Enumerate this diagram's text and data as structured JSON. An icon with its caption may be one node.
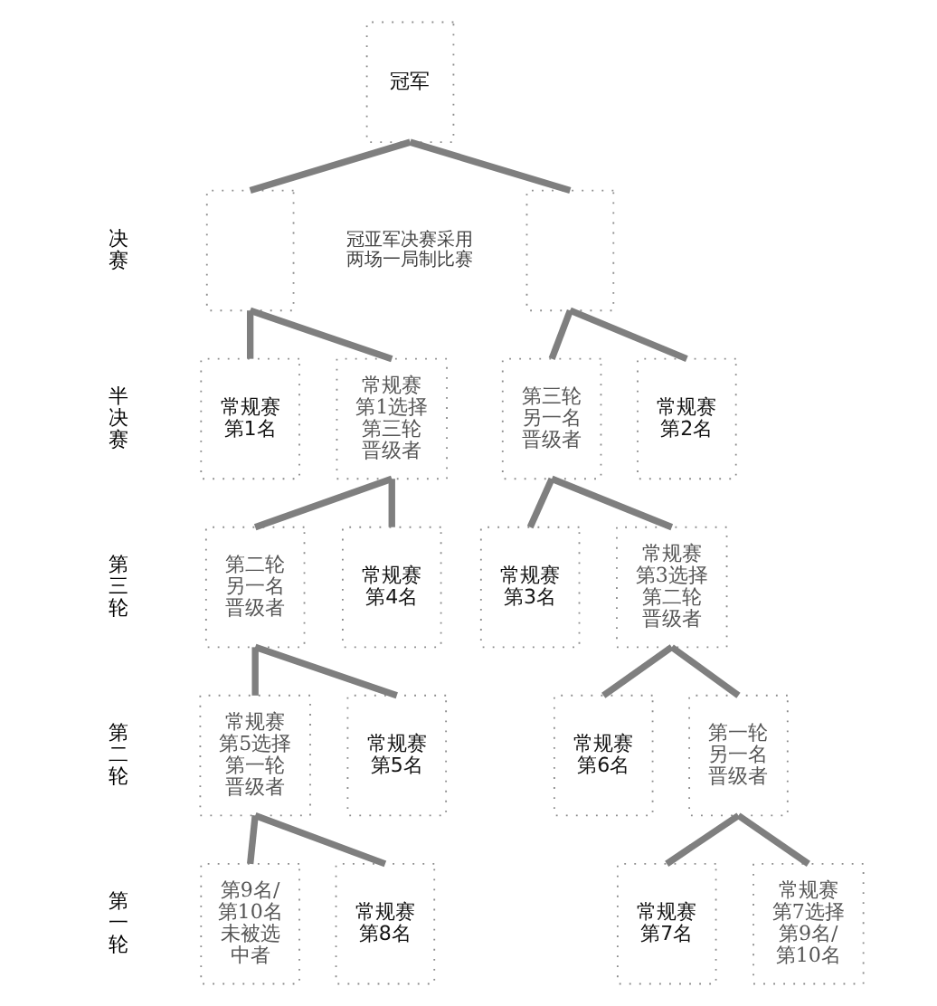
{
  "diagram": {
    "nodes": [
      {
        "text": [
          "冠军"
        ]
      },
      {
        "text": [],
        "shape": "box"
      },
      {
        "text": [],
        "shape": "box"
      },
      {
        "text": [
          "常规赛第1名"
        ]
      },
      {
        "text": [
          "常规赛第1选择第三轮晋级者"
        ]
      },
      {
        "text": [
          "第三轮另一名晋级者"
        ]
      },
      {
        "text": [
          "常规赛第2名"
        ]
      },
      {
        "text": [
          "第二轮另一名晋级者"
        ]
      },
      {
        "text": [
          "常规赛第4名"
        ]
      },
      {
        "text": [
          "常规赛第3名"
        ]
      },
      {
        "text": [
          "常规赛第3选择第二轮晋级者"
        ]
      },
      {
        "text": [
          "常规赛第5选择第一轮晋级者"
        ]
      },
      {
        "text": [
          "常规赛第5名"
        ]
      },
      {
        "text": [
          "常规赛第6名"
        ]
      },
      {
        "text": [
          "第一轮另一名晋级者"
        ]
      },
      {
        "text": [
          "第9名/第10名未被选中者"
        ]
      },
      {
        "text": [
          "常规赛第8名"
        ]
      },
      {
        "text": [
          "常规赛第7名"
        ]
      },
      {
        "text": [
          "常规赛第7选择第9名/第10名"
        ]
      }
    ],
    "edges": [
      {
        "from": 0,
        "to": 1,
        "arrow": "none"
      },
      {
        "from": 0,
        "to": 2,
        "arrow": "none"
      },
      {
        "from": 1,
        "to": 3,
        "arrow": "none"
      },
      {
        "from": 1,
        "to": 4,
        "arrow": "none"
      },
      {
        "from": 2,
        "to": 5,
        "arrow": "none"
      },
      {
        "from": 2,
        "to": 6,
        "arrow": "none"
      },
      {
        "from": 4,
        "to": 7,
        "arrow": "none"
      },
      {
        "from": 4,
        "to": 8,
        "arrow": "none"
      },
      {
        "from": 5,
        "to": 9,
        "arrow": "none"
      },
      {
        "from": 5,
        "to": 10,
        "arrow": "none"
      },
      {
        "from": 7,
        "to": 11,
        "arrow": "none"
      },
      {
        "from": 7,
        "to": 12,
        "arrow": "none"
      },
      {
        "from": 10,
        "to": 13,
        "arrow": "none"
      },
      {
        "from": 10,
        "to": 14,
        "arrow": "none"
      },
      {
        "from": 11,
        "to": 15,
        "arrow": "none"
      },
      {
        "from": 11,
        "to": 16,
        "arrow": "none"
      },
      {
        "from": 14,
        "to": 17,
        "arrow": "none"
      },
      {
        "from": 14,
        "to": 18,
        "arrow": "none"
      }
    ],
    "labels": [
      "决赛",
      "冠亚军决赛采用两场一局制比赛",
      "半决赛",
      "第三轮",
      "第二轮",
      "第一轮"
    ]
  }
}
